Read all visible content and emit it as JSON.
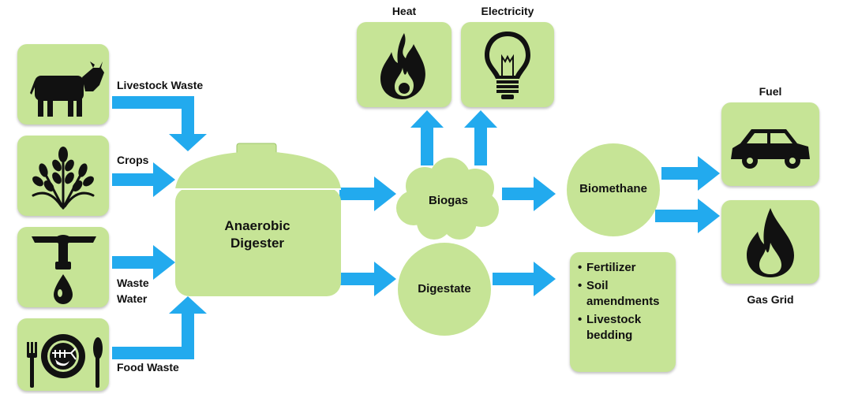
{
  "colors": {
    "box_fill": "#c6e496",
    "arrow": "#22aaee",
    "icon": "#111111"
  },
  "inputs": [
    {
      "label": "Livestock Waste",
      "icon": "cow-icon"
    },
    {
      "label": "Crops",
      "icon": "wheat-icon"
    },
    {
      "label_line1": "Waste",
      "label_line2": "Water",
      "icon": "faucet-icon"
    },
    {
      "label": "Food Waste",
      "icon": "food-plate-icon"
    }
  ],
  "digester": {
    "line1": "Anaerobic",
    "line2": "Digester"
  },
  "biogas": {
    "label": "Biogas"
  },
  "digestate": {
    "label": "Digestate"
  },
  "energy_outputs": [
    {
      "label": "Heat",
      "icon": "flame-icon"
    },
    {
      "label": "Electricity",
      "icon": "light-bulb-icon"
    }
  ],
  "biomethane": {
    "label": "Biomethane"
  },
  "fuel_outputs": [
    {
      "label": "Fuel",
      "icon": "car-icon"
    },
    {
      "label": "Gas Grid",
      "icon": "gas-flame-icon"
    }
  ],
  "digestate_uses": [
    {
      "line1": "Fertilizer"
    },
    {
      "line1": "Soil",
      "line2": "amendments"
    },
    {
      "line1": "Livestock",
      "line2": "bedding"
    }
  ]
}
